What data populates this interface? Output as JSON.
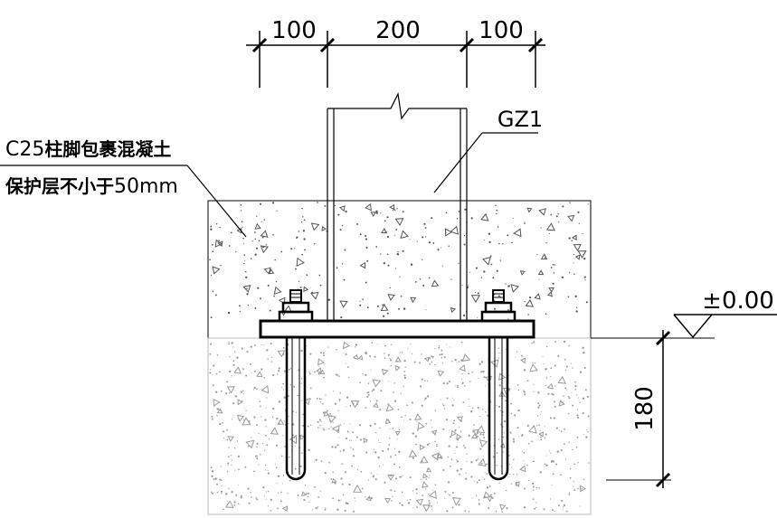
{
  "dimensions": {
    "top": [
      "100",
      "200",
      "100"
    ],
    "height": "180"
  },
  "labels": {
    "column": "GZ1",
    "elevation": "±0.00",
    "note_line1_prefix": "C25",
    "note_line1_text": "柱脚包裹混凝土",
    "note_line2_text": "保护层不小于",
    "note_line2_suffix": "50mm"
  },
  "colors": {
    "line": "#000000",
    "concrete_speckle": "#555555",
    "foundation_speckle": "#9a9a9a"
  }
}
